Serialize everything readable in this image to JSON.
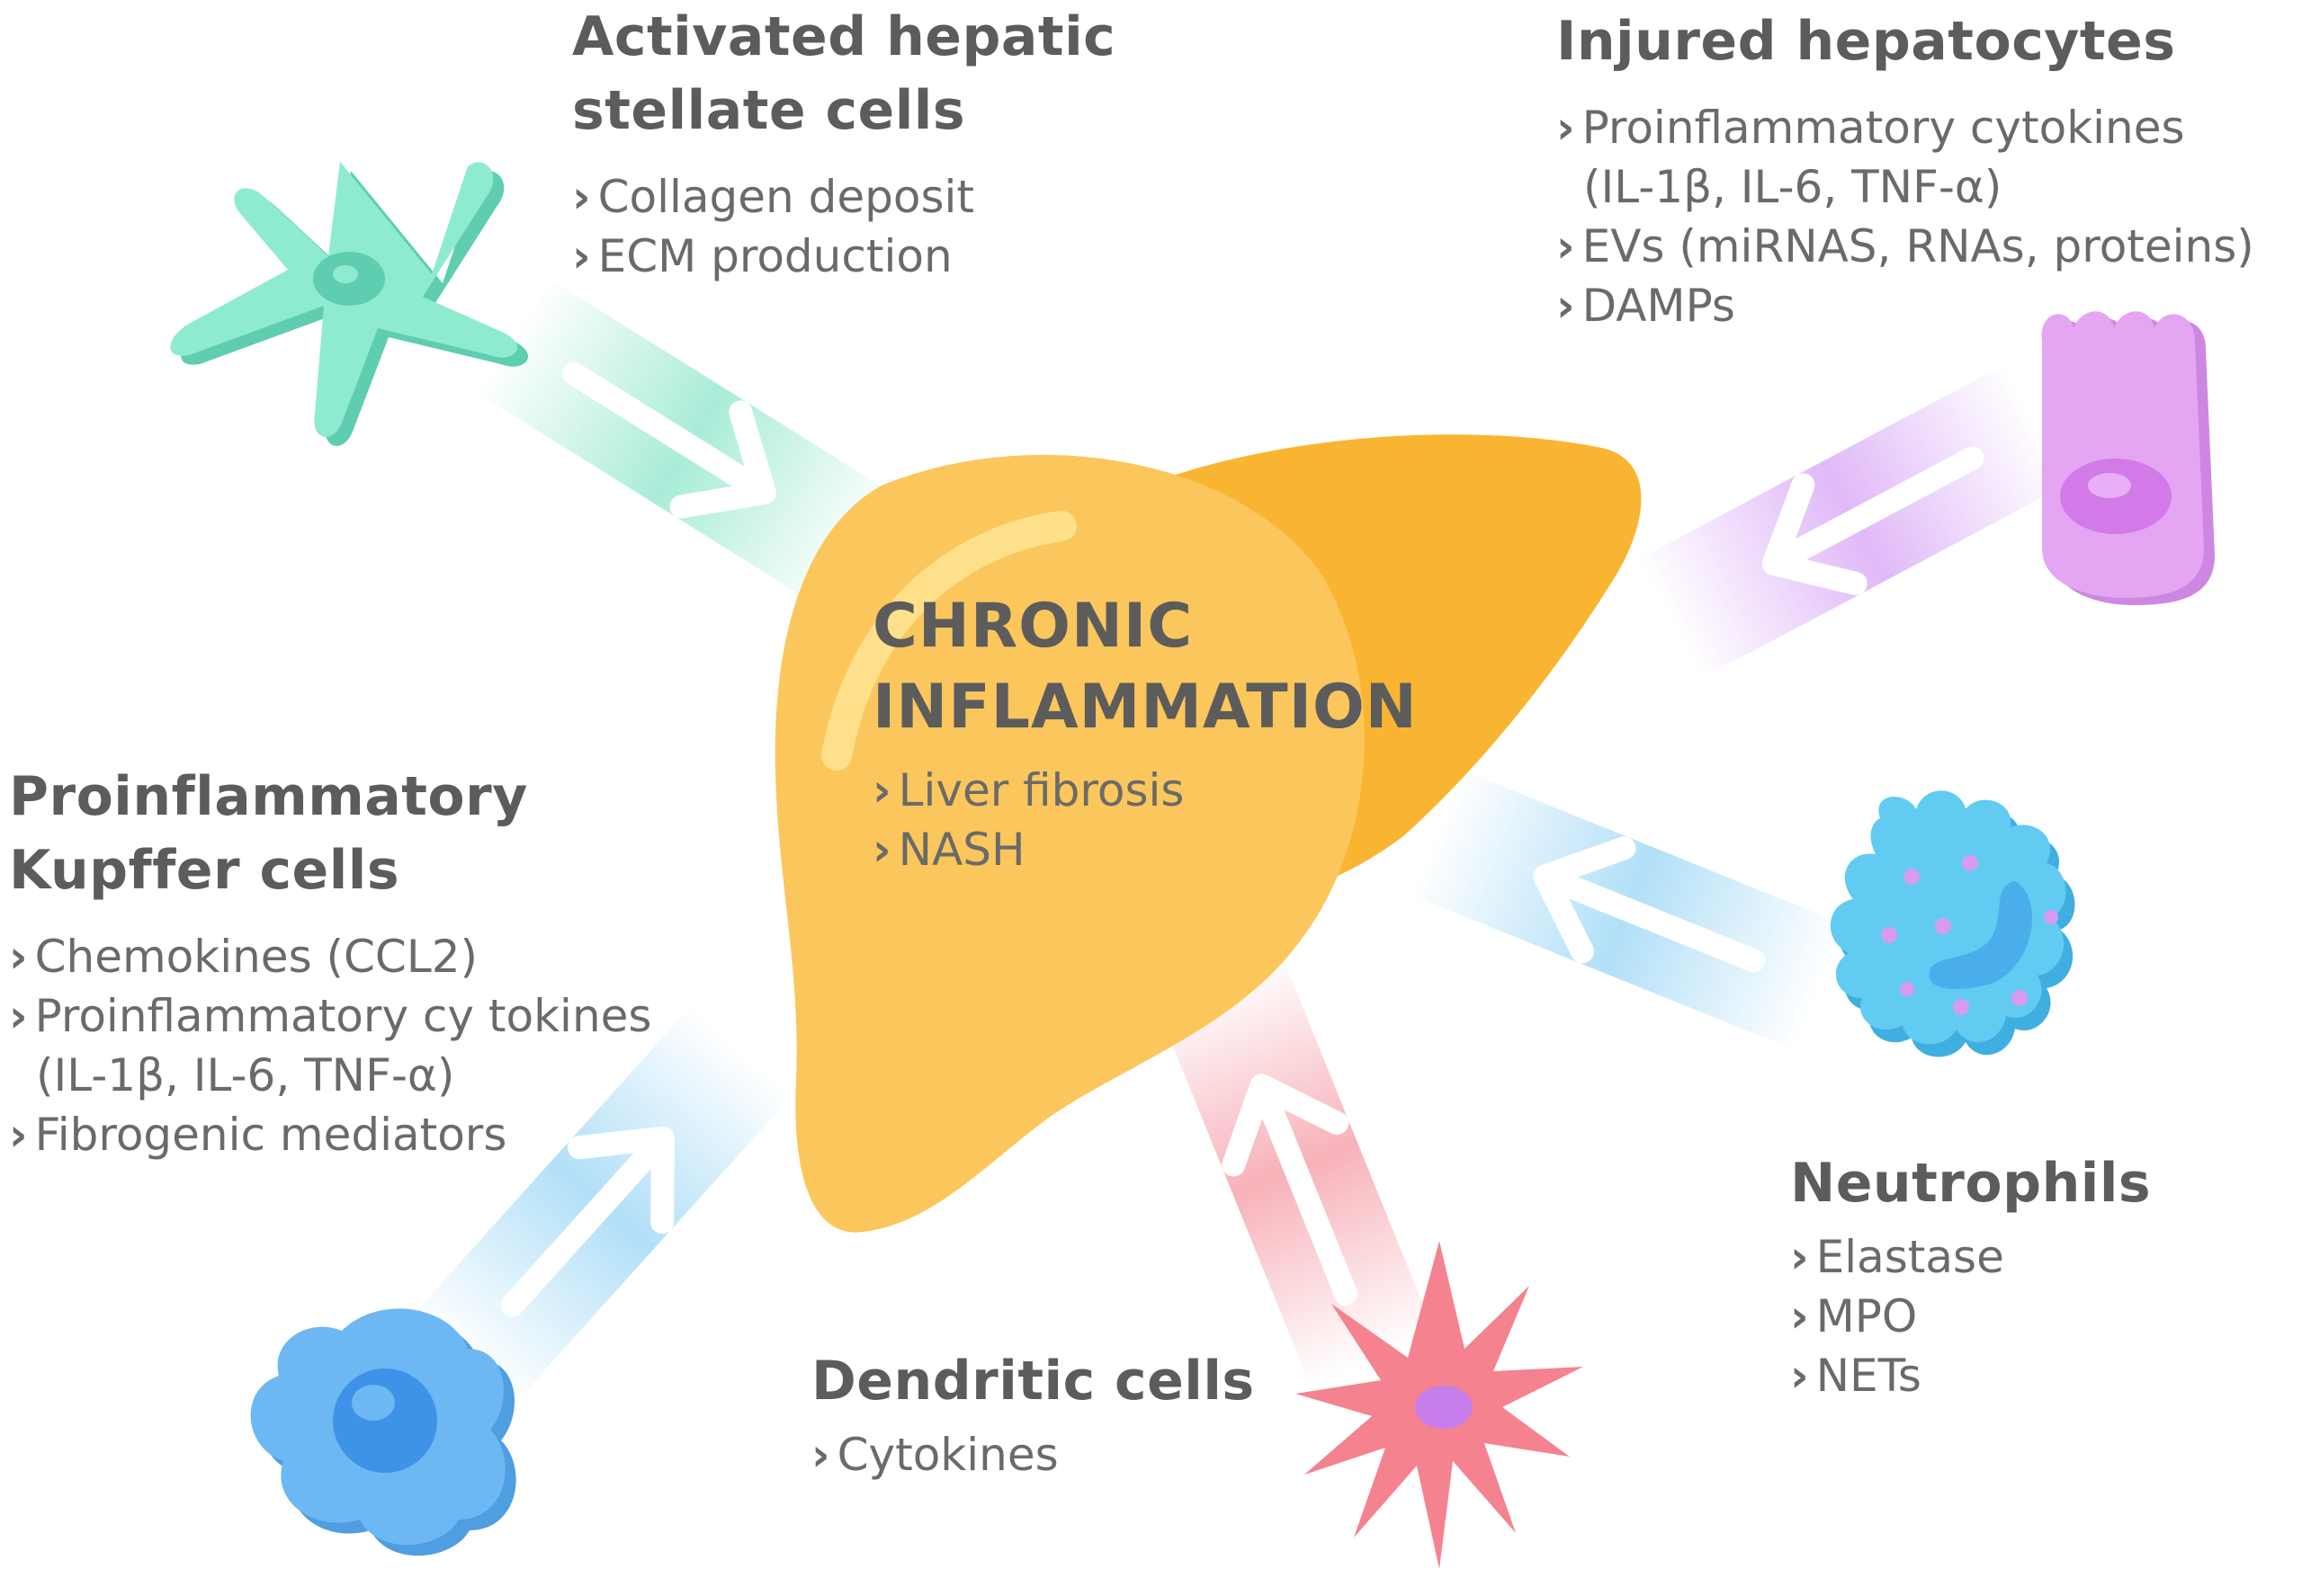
{
  "center": {
    "title_lines": [
      "CHRONIC",
      "INFLAMMATION"
    ],
    "items": [
      "Liver fibrosis",
      "NASH"
    ]
  },
  "stellate": {
    "title_lines": [
      "Activated hepatic",
      "stellate cells"
    ],
    "items": [
      "Collagen deposit",
      "ECM production"
    ]
  },
  "hepatocytes": {
    "title_lines": [
      "Injured hepatocytes"
    ],
    "items": [
      "Proinflammatory cytokines",
      "(IL-1β, IL-6, TNF-α)",
      "EVs (miRNAS, RNAs, proteins)",
      "DAMPs"
    ]
  },
  "kupffer": {
    "title_lines": [
      "Proinflammatory",
      "Kupffer cells"
    ],
    "items": [
      "Chemokines (CCL2)",
      "Proinflammatory cy tokines",
      "(IL-1β, IL-6, TNF-α)",
      "Fibrogenic mediators"
    ]
  },
  "neutrophils": {
    "title_lines": [
      "Neutrophils"
    ],
    "items": [
      "Elastase",
      "MPO",
      "NETs"
    ]
  },
  "dendritic": {
    "title_lines": [
      "Dendritic cells"
    ],
    "items": [
      "Cytokines"
    ]
  },
  "colors": {
    "liver_main": "#FBC65B",
    "liver_dark": "#F9B531",
    "liver_highlight": "#FFE08A",
    "stellate": "#8EEBD0",
    "stellate_shadow": "#5FCDB0",
    "hepatocyte": "#E4A5F2",
    "hepatocyte_nucleus": "#D27BE8",
    "kupffer": "#6DB8F2",
    "kupffer_nucleus": "#3E93E8",
    "neutrophil": "#62CBF2",
    "neutrophil_dots": "#D99BF0",
    "dendritic": "#F5828F",
    "dendritic_nucleus": "#C77EEB",
    "arrow_mint": "#9FEAD4",
    "arrow_purple": "#DDB1F7",
    "arrow_blue": "#A9DCF7",
    "arrow_red": "#F6A9B1",
    "text_heading": "#5C5C5C",
    "text_body": "#6A6A6A"
  }
}
